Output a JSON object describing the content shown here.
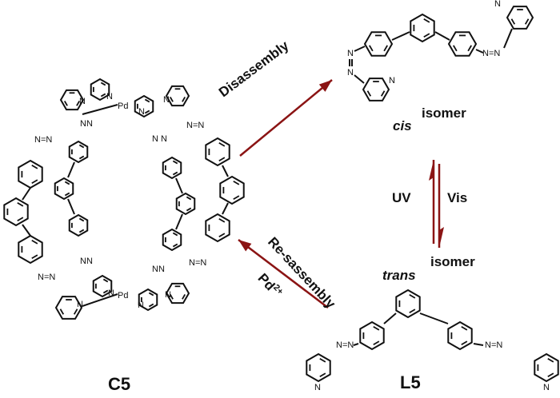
{
  "diagram": {
    "cage": {
      "label": "C5",
      "metal_label": "Pd",
      "atom_N": "N",
      "azo_label": "N=N"
    },
    "ligand": {
      "label": "L5"
    },
    "cis": {
      "prefix": "cis",
      "suffix": "isomer"
    },
    "trans": {
      "prefix": "trans",
      "suffix": "isomer"
    },
    "arrows": {
      "disassembly": {
        "label": "Disassembly"
      },
      "reassembly": {
        "label": "Re-sassembly",
        "reagent": "Pd",
        "reagent_charge": "2+"
      },
      "uv": {
        "label": "UV"
      },
      "vis": {
        "label": "Vis"
      }
    },
    "colors": {
      "arrow": "#8b1414",
      "ink": "#111111"
    }
  }
}
